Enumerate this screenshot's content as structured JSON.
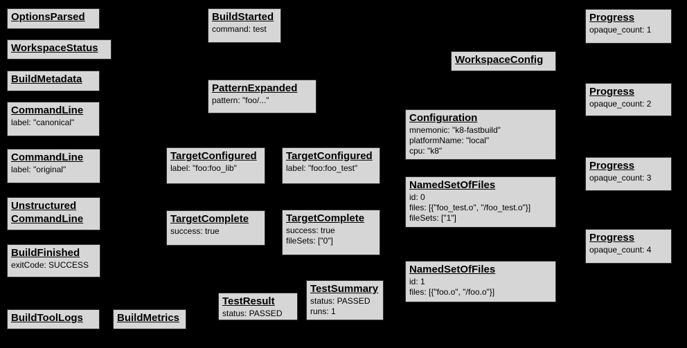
{
  "diagram": {
    "kind": "build-event-graph",
    "colors": {
      "background": "#000000",
      "node_fill": "#d6d6d6",
      "node_border": "#333333",
      "text": "#000000"
    }
  },
  "nodes": [
    {
      "id": "options-parsed",
      "title": "OptionsParsed",
      "lines": []
    },
    {
      "id": "workspace-status",
      "title": "WorkspaceStatus",
      "lines": []
    },
    {
      "id": "build-metadata",
      "title": "BuildMetadata",
      "lines": []
    },
    {
      "id": "command-line-canonical",
      "title": "CommandLine",
      "lines": [
        "label: \"canonical\""
      ]
    },
    {
      "id": "command-line-original",
      "title": "CommandLine",
      "lines": [
        "label: \"original\""
      ]
    },
    {
      "id": "unstructured-command-line",
      "title": "Unstructured",
      "title2": "CommandLine",
      "lines": []
    },
    {
      "id": "build-finished",
      "title": "BuildFinished",
      "lines": [
        "exitCode: SUCCESS"
      ]
    },
    {
      "id": "build-tool-logs",
      "title": "BuildToolLogs",
      "lines": []
    },
    {
      "id": "build-metrics",
      "title": "BuildMetrics",
      "lines": []
    },
    {
      "id": "build-started",
      "title": "BuildStarted",
      "lines": [
        "command: test"
      ]
    },
    {
      "id": "pattern-expanded",
      "title": "PatternExpanded",
      "lines": [
        "pattern: \"foo/...\""
      ]
    },
    {
      "id": "target-configured-foo-lib",
      "title": "TargetConfigured",
      "lines": [
        "label: \"foo:foo_lib\""
      ]
    },
    {
      "id": "target-configured-foo-test",
      "title": "TargetConfigured",
      "lines": [
        "label: \"foo:foo_test\""
      ]
    },
    {
      "id": "target-complete-foo-lib",
      "title": "TargetComplete",
      "lines": [
        "success: true"
      ]
    },
    {
      "id": "target-complete-foo-test",
      "title": "TargetComplete",
      "lines": [
        "success: true",
        "fileSets: [\"0\"]"
      ]
    },
    {
      "id": "test-result",
      "title": "TestResult",
      "lines": [
        "status: PASSED"
      ]
    },
    {
      "id": "test-summary",
      "title": "TestSummary",
      "lines": [
        "status: PASSED",
        "runs: 1"
      ]
    },
    {
      "id": "workspace-config",
      "title": "WorkspaceConfig",
      "lines": []
    },
    {
      "id": "configuration",
      "title": "Configuration",
      "lines": [
        "mnemonic: \"k8-fastbuild\"",
        "platformName: \"local\"",
        "cpu: \"k8\""
      ]
    },
    {
      "id": "named-set-of-files-0",
      "title": "NamedSetOfFiles",
      "lines": [
        "id: 0",
        "files: [{\"foo_test.o\", \"/foo_test.o\"}]",
        "fileSets: [\"1\"]"
      ]
    },
    {
      "id": "named-set-of-files-1",
      "title": "NamedSetOfFiles",
      "lines": [
        "id: 1",
        "files: [{\"foo.o\", \"/foo.o\"}]"
      ]
    },
    {
      "id": "progress-1",
      "title": "Progress",
      "lines": [
        "opaque_count: 1"
      ]
    },
    {
      "id": "progress-2",
      "title": "Progress",
      "lines": [
        "opaque_count: 2"
      ]
    },
    {
      "id": "progress-3",
      "title": "Progress",
      "lines": [
        "opaque_count: 3"
      ]
    },
    {
      "id": "progress-4",
      "title": "Progress",
      "lines": [
        "opaque_count: 4"
      ]
    }
  ]
}
